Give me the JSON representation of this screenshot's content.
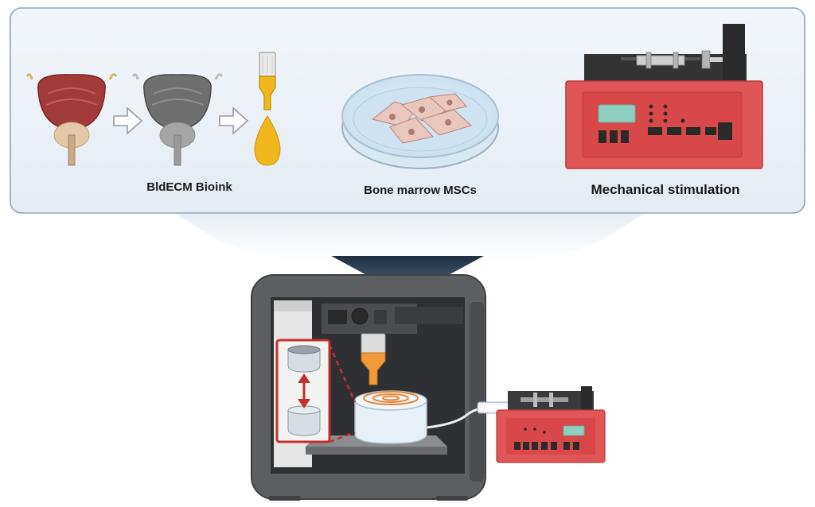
{
  "panels": {
    "bioink": {
      "label": "BldECM Bioink"
    },
    "cells": {
      "label": "Bone marrow MSCs"
    },
    "stimulation": {
      "label": "Mechanical stimulation"
    }
  },
  "colors": {
    "panel_fill": "#eef3f8",
    "panel_border": "#8fa3b8",
    "funnel_arrow": "#2f4255",
    "tissue_red": "#a33b3b",
    "decell_gray": "#6f6f6f",
    "bioink_yellow": "#f2b71c",
    "pump_red": "#e05656",
    "printer_frame": "#5d5f63",
    "printer_inner": "#2e3033",
    "nozzle_orange": "#f29a3a",
    "inset_border": "#c2312c"
  },
  "icons": [
    "bladder-icon",
    "decellularized-bladder-icon",
    "bioink-pipette-icon",
    "petri-dish-icon",
    "syringe-pump-icon",
    "bioprinter-icon"
  ]
}
